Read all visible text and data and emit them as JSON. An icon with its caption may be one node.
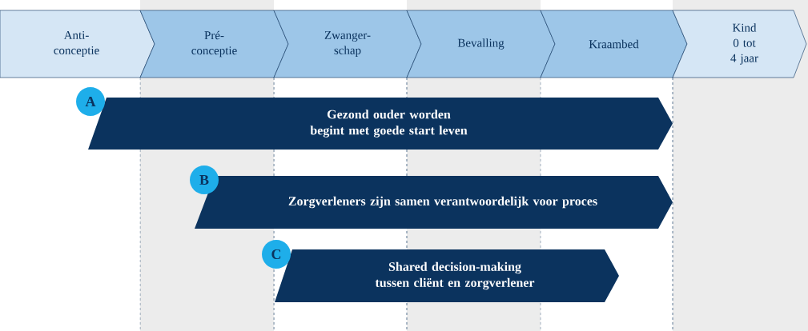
{
  "diagram": {
    "nodes": [
      {
        "text": [
          "Anti-conceptie"
        ]
      },
      {
        "text": [
          "Pré-conceptie"
        ]
      },
      {
        "text": [
          "Zwanger-schap"
        ]
      },
      {
        "text": [
          "Bevalling"
        ]
      },
      {
        "text": [
          "Kraambed"
        ]
      },
      {
        "text": [
          "Kind",
          "0 tot 4 jaar"
        ]
      },
      {
        "text": [
          "Gezond ouder worden begint  met goede start leven"
        ]
      },
      {
        "text": [
          "Zorgverleners zijn samen verantwoordelijk voor proces"
        ]
      },
      {
        "text": [
          "Shared decision-making tussen cliënt en zorgverlener"
        ]
      },
      {
        "text": [
          "A"
        ]
      },
      {
        "text": [
          "B"
        ]
      },
      {
        "text": [
          "C"
        ]
      }
    ]
  }
}
